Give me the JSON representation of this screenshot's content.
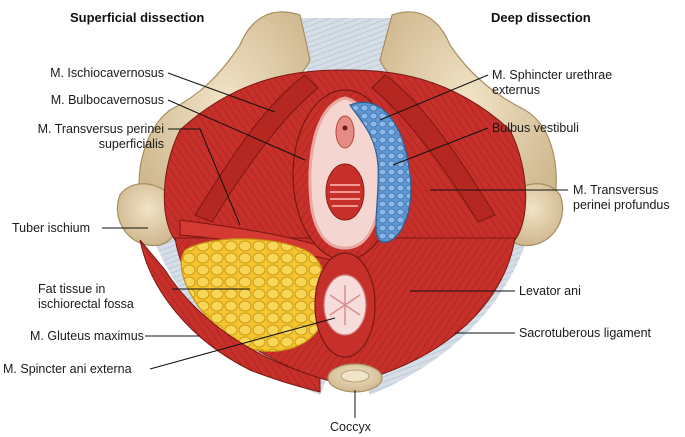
{
  "headings": {
    "left": "Superficial dissection",
    "right": "Deep dissection"
  },
  "labels": {
    "ischiocavernosus": "M. Ischiocavernosus",
    "bulbocavernosus": "M. Bulbocavernosus",
    "transversus_superficialis_1": "M. Transversus perinei",
    "transversus_superficialis_2": "superficialis",
    "tuber_ischium": "Tuber ischium",
    "fat_tissue_1": "Fat tissue in",
    "fat_tissue_2": "ischiorectal fossa",
    "gluteus_maximus": "M. Gluteus maximus",
    "sphincter_ani": "M. Spincter ani externa",
    "sphincter_urethrae_1": "M. Sphincter urethrae",
    "sphincter_urethrae_2": "externus",
    "bulbus_vestibuli": "Bulbus vestibuli",
    "transversus_profundus_1": "M. Transversus",
    "transversus_profundus_2": "perinei profundus",
    "levator_ani": "Levator ani",
    "sacrotuberous": "Sacrotuberous ligament",
    "coccyx": "Coccyx"
  },
  "colors": {
    "muscle": "#c7302a",
    "muscle_dark": "#8e1d18",
    "bone": "#e6d3b0",
    "fat": "#f2c531",
    "vestibular_bulb": "#5f97d4",
    "ligament": "#c9d3df",
    "mucosa": "#f1b8b8"
  }
}
